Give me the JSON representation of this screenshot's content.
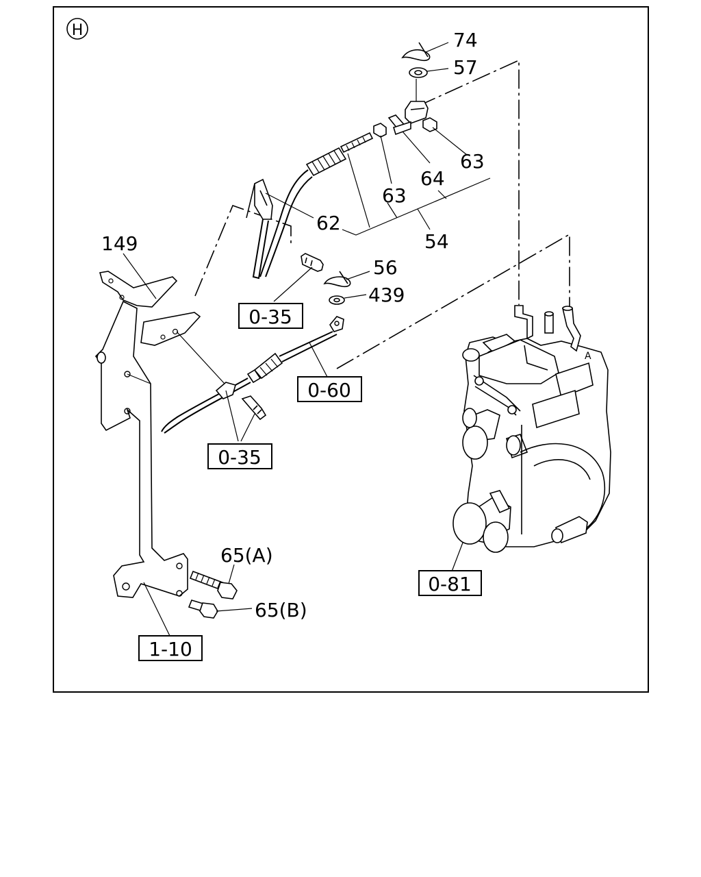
{
  "section_marker": "H",
  "part_numbers": {
    "p74": "74",
    "p57": "57",
    "p63a": "63",
    "p64": "64",
    "p63b": "63",
    "p62": "62",
    "p54": "54",
    "p149": "149",
    "p56": "56",
    "p439": "439",
    "p65a": "65(A)",
    "p65b": "65(B)"
  },
  "reference_boxes": {
    "ref_035_top": "0-35",
    "ref_060": "0-60",
    "ref_035_bottom": "0-35",
    "ref_081": "0-81",
    "ref_110": "1-10"
  }
}
